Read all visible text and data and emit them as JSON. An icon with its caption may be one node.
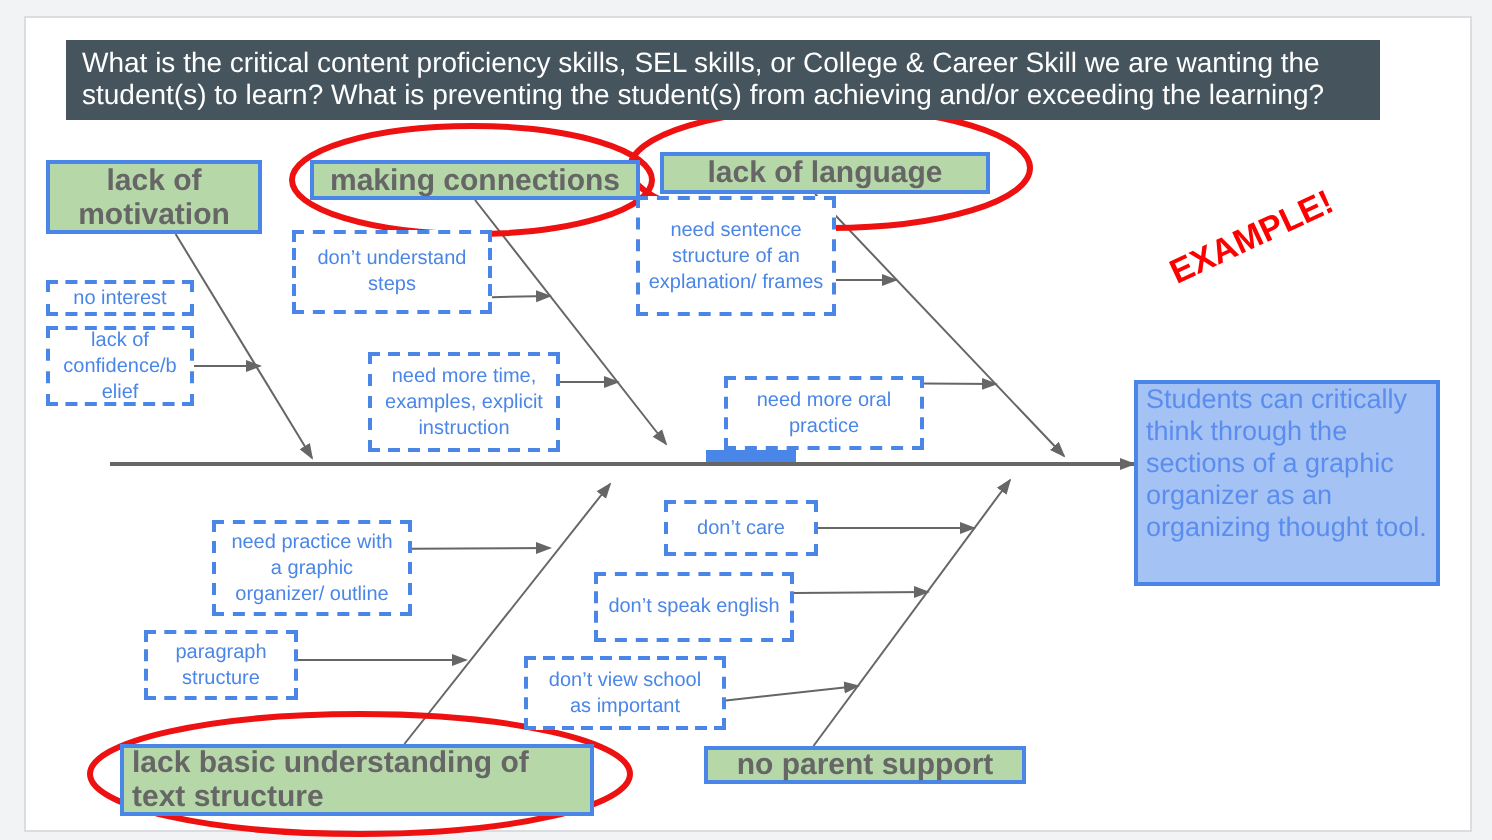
{
  "diagram": {
    "title": "What is the critical content proficiency skills, SEL skills, or College & Career Skill  we are wanting the student(s) to learn? What is preventing the student(s) from achieving and/or exceeding the learning?",
    "nodes": [
      {
        "text": [
          "lack of motivation"
        ]
      },
      {
        "text": [
          "making connections"
        ]
      },
      {
        "text": [
          "lack of  language"
        ]
      },
      {
        "text": [
          "no interest"
        ]
      },
      {
        "text": [
          "lack of confidence/b elief"
        ]
      },
      {
        "text": [
          "don’t understand steps"
        ]
      },
      {
        "text": [
          "need more time, examples, explicit instruction"
        ]
      },
      {
        "text": [
          "need sentence structure of an explanation/ frames"
        ]
      },
      {
        "text": [
          "need more oral practice"
        ]
      },
      {
        "text": [
          "Students can critically think through the sections of a graphic organizer as an organizing thought tool."
        ]
      },
      {
        "text": [
          "need practice with a graphic organizer/ outline"
        ]
      },
      {
        "text": [
          "paragraph structure"
        ]
      },
      {
        "text": [
          "don’t care"
        ]
      },
      {
        "text": [
          "don’t speak english"
        ]
      },
      {
        "text": [
          "don’t view school as important"
        ]
      },
      {
        "text": [
          "lack basic understanding of text structure"
        ]
      },
      {
        "text": [
          "no parent support"
        ]
      }
    ],
    "edges": [
      {
        "from": null,
        "to": 9,
        "arrow": "to"
      },
      {
        "from": 0,
        "to": null,
        "arrow": "to"
      },
      {
        "from": 1,
        "to": null,
        "arrow": "to"
      },
      {
        "from": 2,
        "to": null,
        "arrow": "to"
      },
      {
        "from": 15,
        "to": null,
        "arrow": "to"
      },
      {
        "from": 16,
        "to": null,
        "arrow": "to"
      },
      {
        "from": 4,
        "to": null,
        "arrow": "to"
      },
      {
        "from": 5,
        "to": null,
        "arrow": "to"
      },
      {
        "from": 6,
        "to": null,
        "arrow": "to"
      },
      {
        "from": 7,
        "to": null,
        "arrow": "to"
      },
      {
        "from": 8,
        "to": null,
        "arrow": "to"
      },
      {
        "from": 10,
        "to": null,
        "arrow": "to"
      },
      {
        "from": 11,
        "to": null,
        "arrow": "to"
      },
      {
        "from": 12,
        "to": null,
        "arrow": "to"
      },
      {
        "from": 13,
        "to": null,
        "arrow": "to"
      },
      {
        "from": 14,
        "to": null,
        "arrow": "to"
      }
    ],
    "labels": [
      "EXAMPLE!"
    ]
  }
}
